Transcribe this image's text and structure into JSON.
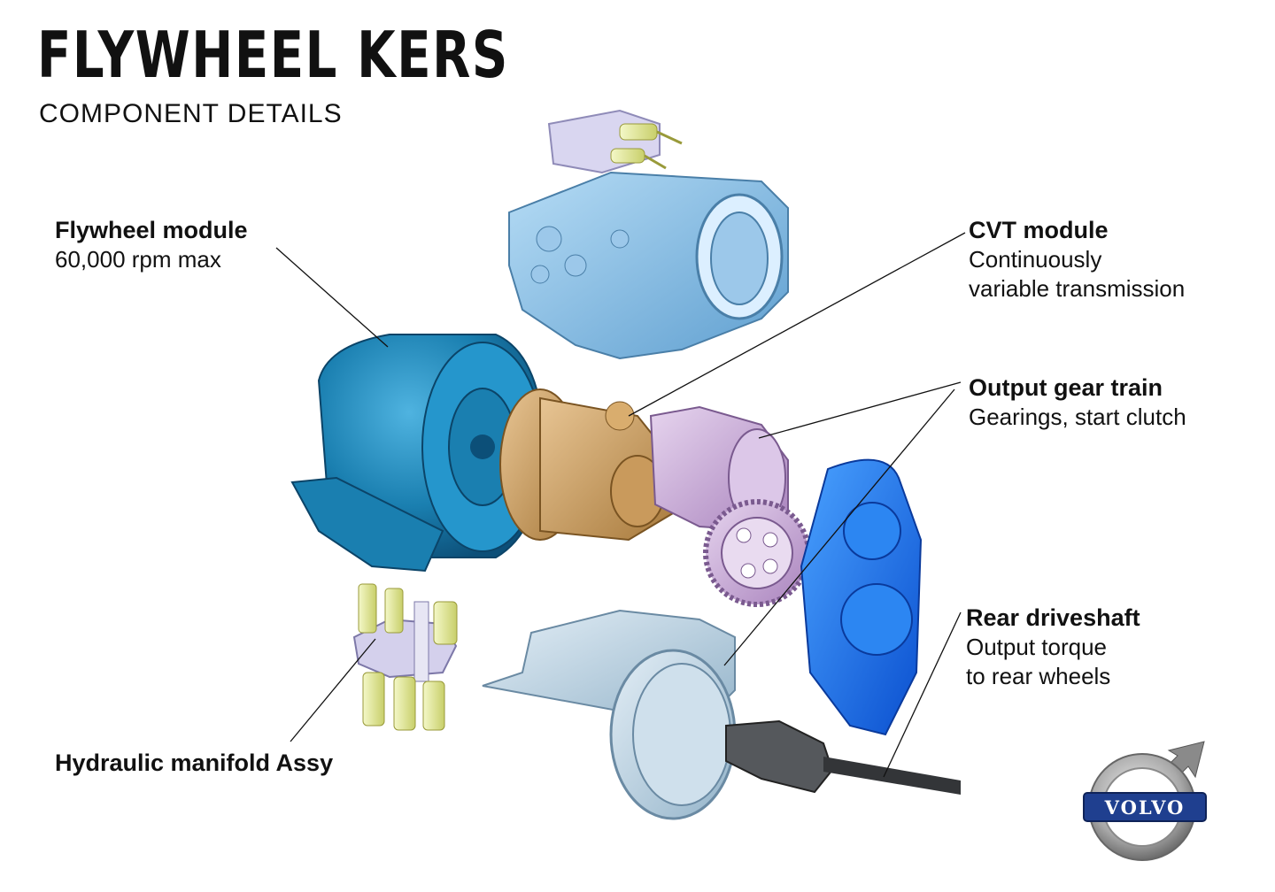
{
  "title": "FLYWHEEL KERS",
  "subtitle": "COMPONENT DETAILS",
  "labels": {
    "flywheel": {
      "head": "Flywheel module",
      "desc": "60,000 rpm max"
    },
    "cvt": {
      "head": "CVT module",
      "desc1": "Continuously",
      "desc2": "variable transmission"
    },
    "gear": {
      "head": "Output gear train",
      "desc": "Gearings, start clutch"
    },
    "driveshaft": {
      "head": "Rear driveshaft",
      "desc1": "Output torque",
      "desc2": "to rear wheels"
    },
    "hydraulic": {
      "head": "Hydraulic manifold Assy"
    }
  },
  "logo": {
    "text": "VOLVO"
  },
  "colors": {
    "flywheel": "#1a7fb0",
    "housing": "#7fb6e0",
    "cvt": "#c99a5c",
    "gear": "#c9a7d6",
    "cover": "#1f6fe0",
    "rear_case": "#b9cfe0",
    "valves": "#e8ef9e",
    "logo_blue": "#1f3f8f"
  }
}
